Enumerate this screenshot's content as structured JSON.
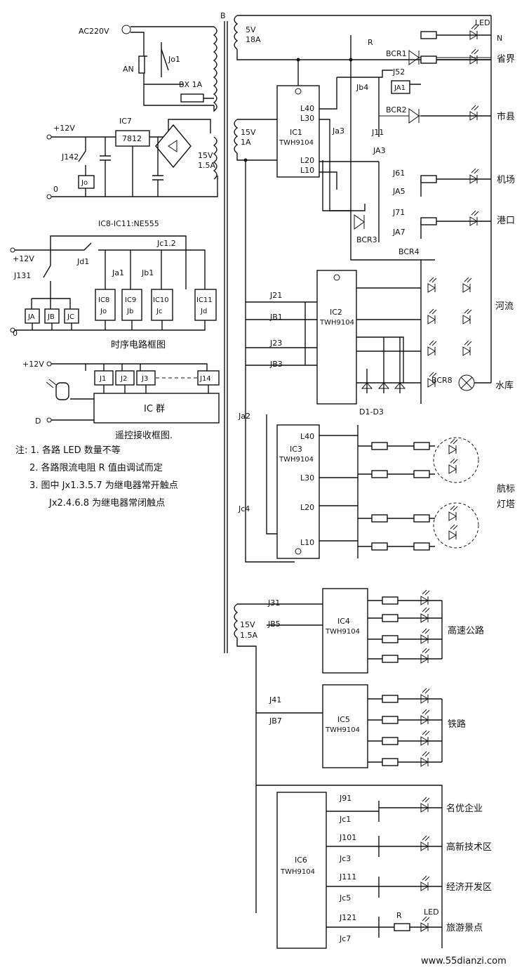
{
  "supply": {
    "ac": "AC220V",
    "switch": "AN",
    "fuse": "BX  1A",
    "relay_contact": "Jo1",
    "transformer": "B",
    "w1": [
      "5V",
      "18A"
    ],
    "w2": [
      "15V",
      "1A"
    ],
    "w3": [
      "15V",
      "1.5A"
    ],
    "w4": [
      "15V",
      "1.5A"
    ]
  },
  "regulator": {
    "v12": "+12V",
    "zero": "0",
    "ic": "IC7",
    "chip": "7812",
    "relay_contact": "J142",
    "relay": "Jo"
  },
  "timing": {
    "title": "IC8-IC11:NE555",
    "v12": "+12V",
    "zero": "0",
    "contacts": [
      "J131",
      "Jd1",
      "Ja1",
      "Jb1",
      "Jc1.2"
    ],
    "relays": [
      "JA",
      "JB",
      "JC"
    ],
    "timers": [
      {
        "name": "IC8",
        "relay": "Jo"
      },
      {
        "name": "IC9",
        "relay": "Jb"
      },
      {
        "name": "IC10",
        "relay": "Jc"
      },
      {
        "name": "IC11",
        "relay": "Jd"
      }
    ],
    "caption": "时序电路框图"
  },
  "remote": {
    "v12": "+12V",
    "zero": "D",
    "relays": [
      "J1",
      "J2",
      "J3",
      "J14"
    ],
    "ic": "IC 群",
    "caption": "遥控接收框图."
  },
  "notes": [
    "注: 1. 各路 LED 数量不等",
    "2. 各路限流电阻 R 值由调试而定",
    "3. 图中 Jx1.3.5.7 为继电器常开触点",
    "Jx2.4.6.8 为继电器常闭触点"
  ],
  "ic1": {
    "name": "IC1",
    "chip": "TWH9104",
    "pins": [
      "L40",
      "L30",
      "L20",
      "L10"
    ],
    "contacts": [
      "Jb4",
      "J52",
      "JA1",
      "Ja3",
      "J11",
      "JA3",
      "J61",
      "JA5",
      "J71",
      "JA7"
    ],
    "triacs": [
      "BCR1",
      "BCR2",
      "BCR3"
    ],
    "top_labels": [
      "R",
      "LED",
      "N"
    ],
    "outputs": [
      "省界",
      "市县",
      "机场",
      "港口"
    ]
  },
  "ic2": {
    "name": "IC2",
    "chip": "TWH9104",
    "contacts": [
      "J21",
      "JB1",
      "J23",
      "JB3"
    ],
    "triacs": [
      "BCR4",
      "BCR8"
    ],
    "diodes": "D1-D3",
    "outputs": [
      "河流",
      "水库"
    ]
  },
  "ic3": {
    "name": "IC3",
    "chip": "TWH9104",
    "pins": [
      "L40",
      "L30",
      "L20",
      "L10"
    ],
    "contacts": [
      "Ja2",
      "Jc4"
    ],
    "output_1": "航标",
    "output_2": "灯塔"
  },
  "ic4": {
    "name": "IC4",
    "chip": "TWH9104",
    "contacts": [
      "J31",
      "JB5"
    ],
    "output": "高速公路"
  },
  "ic5": {
    "name": "IC5",
    "chip": "TWH9104",
    "contacts": [
      "J41",
      "JB7"
    ],
    "output": "铁路"
  },
  "ic6": {
    "name": "IC6",
    "chip": "TWH9104",
    "contacts": [
      "J91",
      "Jc1",
      "J101",
      "Jc3",
      "J111",
      "Jc5",
      "J121",
      "Jc7"
    ],
    "outputs": [
      "名优企业",
      "高新技术区",
      "经济开发区",
      "旅游景点"
    ],
    "r_label": "R",
    "led_label": "LED"
  },
  "watermark": "www.55dianzi.com"
}
